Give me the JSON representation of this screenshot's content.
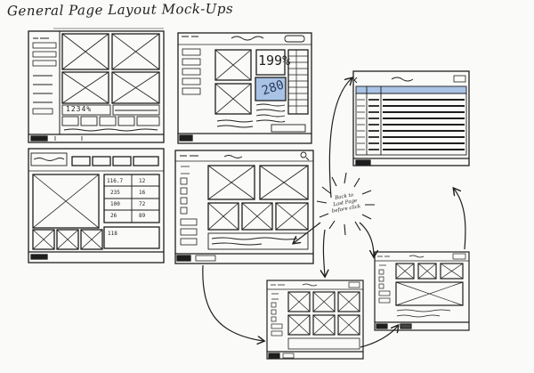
{
  "title": "General Page Layout Mock-Ups",
  "mockup1": {
    "stat_value": "1234%"
  },
  "mockup2": {
    "stat_primary": "199%",
    "stat_secondary": "280"
  },
  "mockup4": {
    "grid_values": [
      "116.7",
      "12",
      "235",
      "16",
      "100",
      "72",
      "26",
      "89"
    ],
    "footer_value": "118"
  },
  "annotation": {
    "line1": "Back to",
    "line2": "Last Page",
    "line3": "before click"
  },
  "colors": {
    "ink": "#1e1e1e",
    "highlight": "#a9c3e6",
    "paper": "#fafaf8"
  }
}
